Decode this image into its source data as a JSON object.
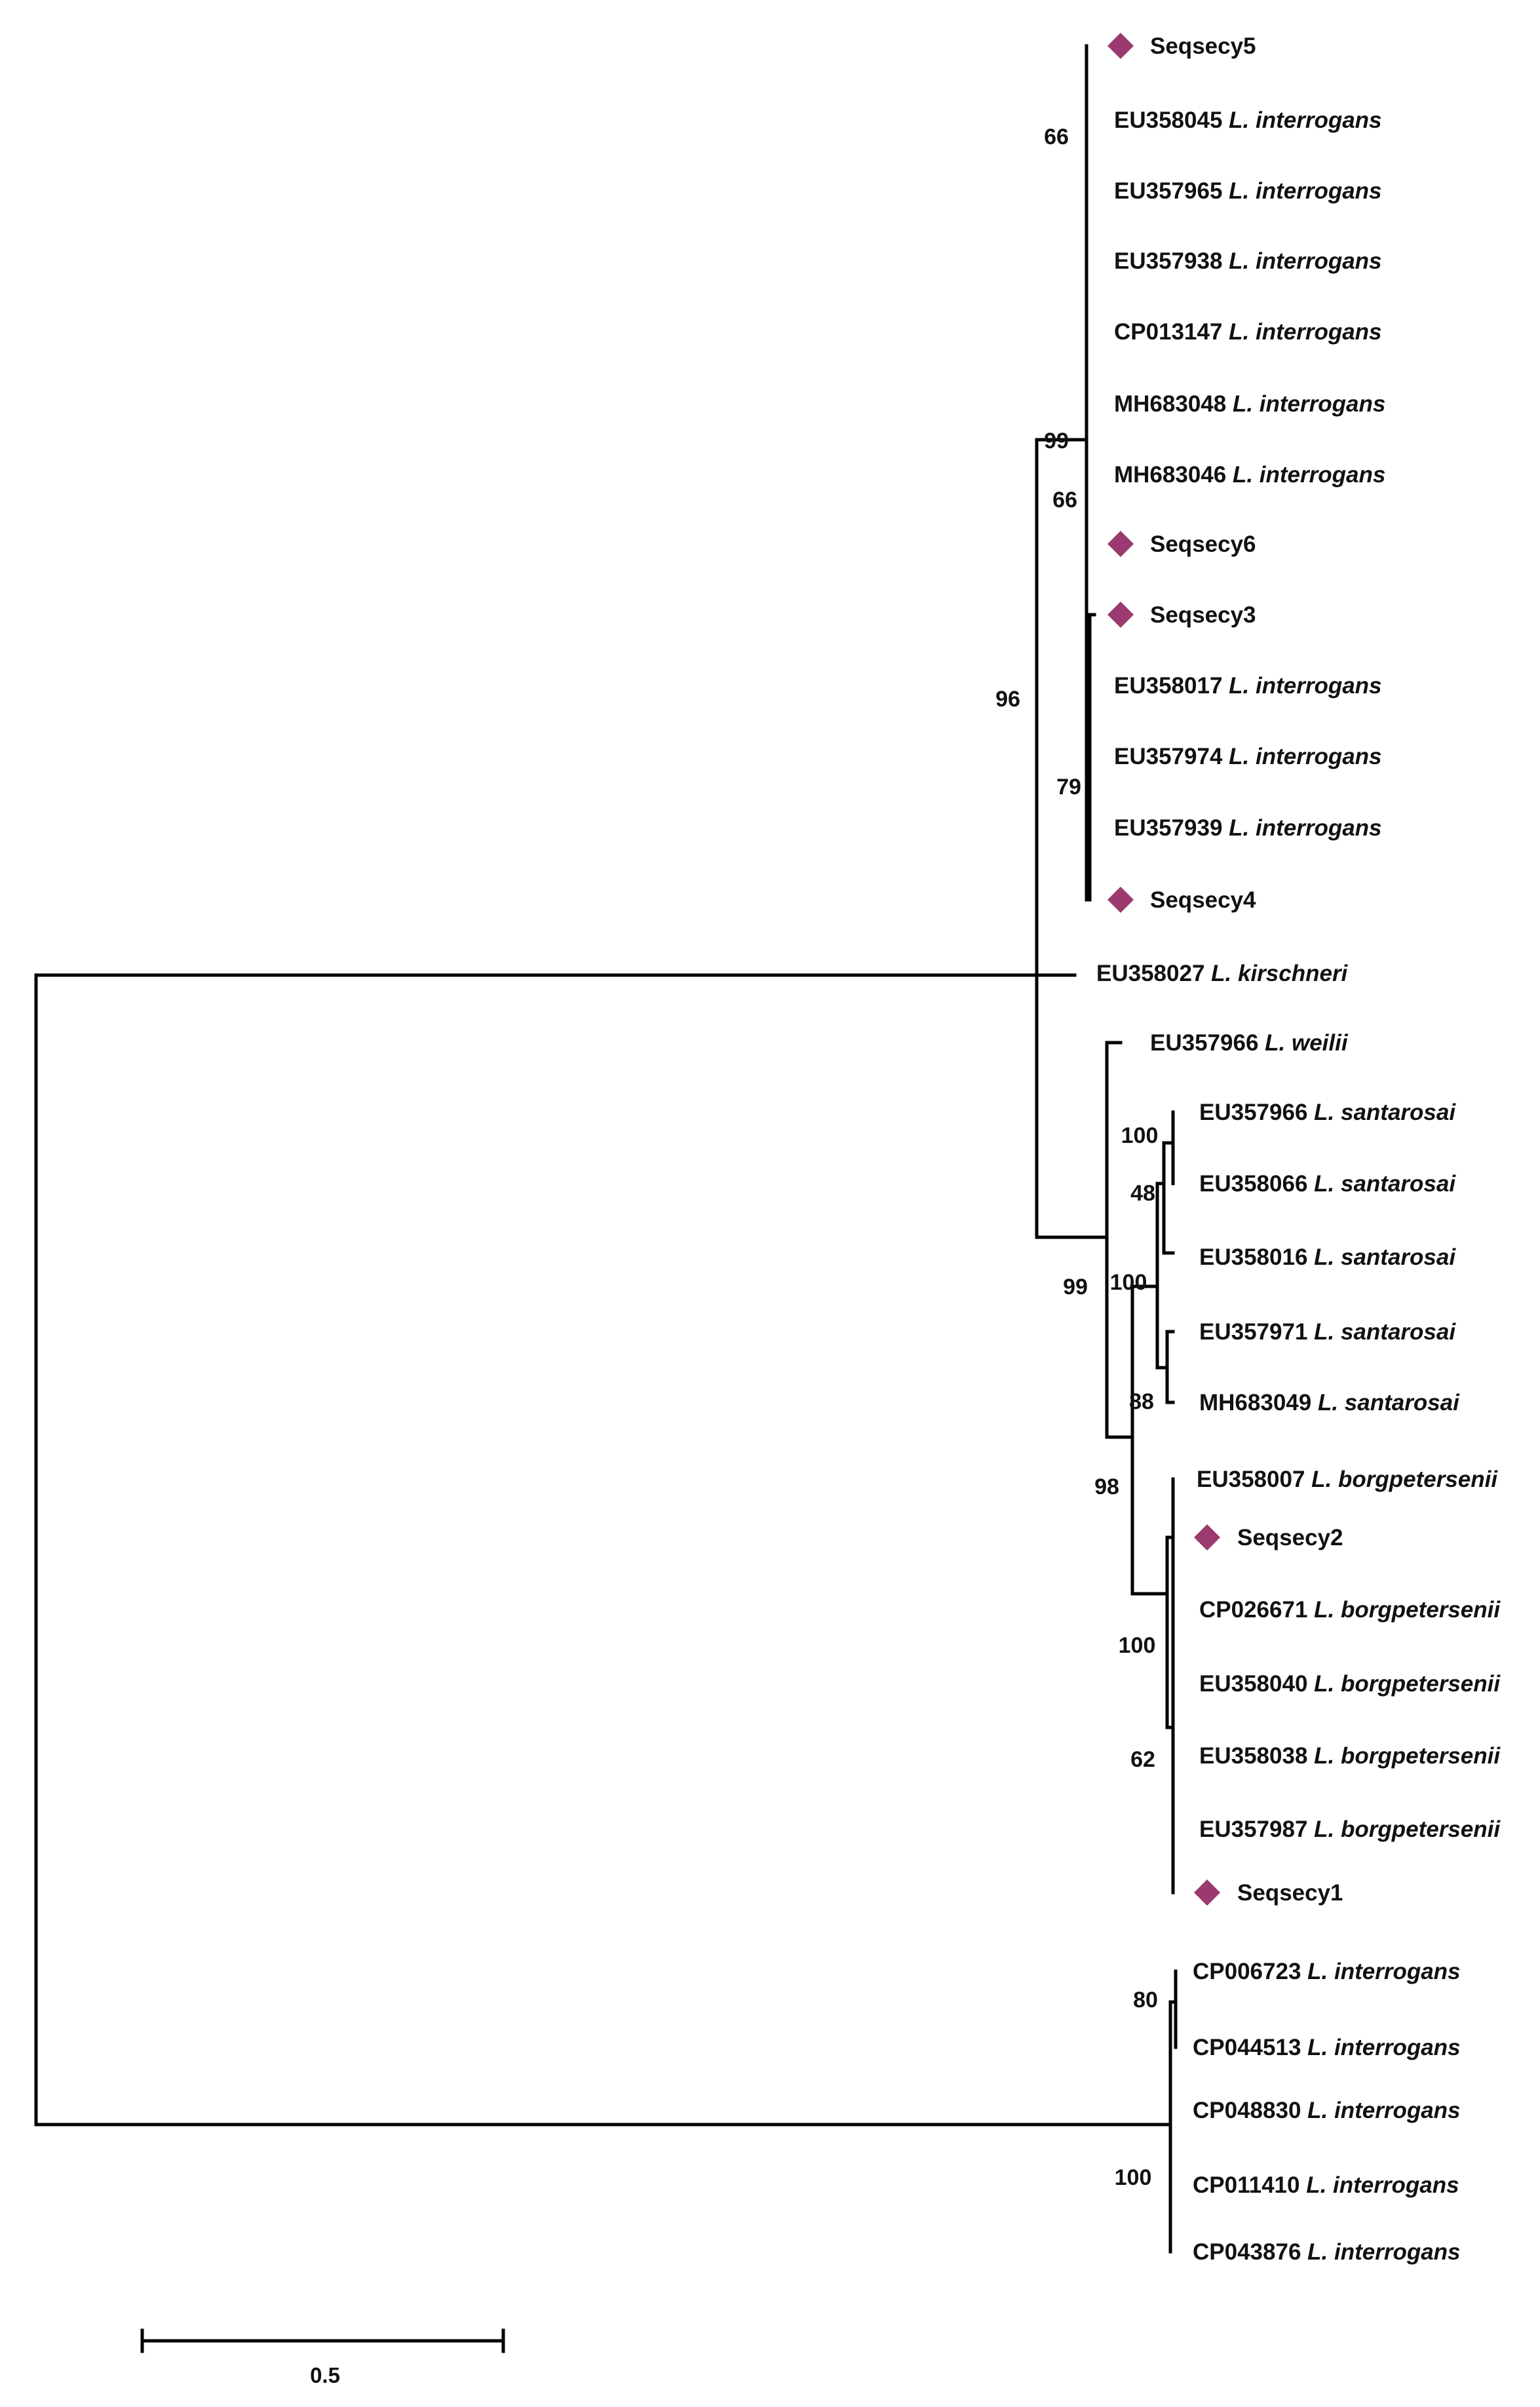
{
  "tree": {
    "marker_color": "#9b3a6e",
    "line_color": "#000000",
    "scale_bar_label": "0.5",
    "leaves": [
      {
        "acc": "Seqsecy5",
        "species": "",
        "marked": true
      },
      {
        "acc": "EU358045",
        "species": "L. interrogans",
        "marked": false
      },
      {
        "acc": "EU357965",
        "species": "L. interrogans",
        "marked": false
      },
      {
        "acc": "EU357938",
        "species": "L. interrogans",
        "marked": false
      },
      {
        "acc": "CP013147",
        "species": "L. interrogans",
        "marked": false
      },
      {
        "acc": "MH683048",
        "species": "L. interrogans",
        "marked": false
      },
      {
        "acc": "MH683046",
        "species": "L. interrogans",
        "marked": false
      },
      {
        "acc": "Seqsecy6",
        "species": "",
        "marked": true
      },
      {
        "acc": "Seqsecy3",
        "species": "",
        "marked": true
      },
      {
        "acc": "EU358017",
        "species": "L. interrogans",
        "marked": false
      },
      {
        "acc": "EU357974",
        "species": "L. interrogans",
        "marked": false
      },
      {
        "acc": "EU357939",
        "species": "L. interrogans",
        "marked": false
      },
      {
        "acc": "Seqsecy4",
        "species": "",
        "marked": true
      },
      {
        "acc": "EU358027",
        "species": "L. kirschneri",
        "marked": false
      },
      {
        "acc": "EU357966",
        "species": "L. weilii",
        "marked": false
      },
      {
        "acc": "EU357966",
        "species": "L. santarosai",
        "marked": false
      },
      {
        "acc": "EU358066",
        "species": "L. santarosai",
        "marked": false
      },
      {
        "acc": "EU358016",
        "species": "L. santarosai",
        "marked": false
      },
      {
        "acc": "EU357971",
        "species": "L. santarosai",
        "marked": false
      },
      {
        "acc": "MH683049",
        "species": "L. santarosai",
        "marked": false
      },
      {
        "acc": "EU358007",
        "species": "L. borgpetersenii",
        "marked": false
      },
      {
        "acc": "Seqsecy2",
        "species": "",
        "marked": true
      },
      {
        "acc": "CP026671",
        "species": "L. borgpetersenii",
        "marked": false
      },
      {
        "acc": "EU358040",
        "species": "L. borgpetersenii",
        "marked": false
      },
      {
        "acc": "EU358038",
        "species": "L. borgpetersenii",
        "marked": false
      },
      {
        "acc": "EU357987",
        "species": "L. borgpetersenii",
        "marked": false
      },
      {
        "acc": "Seqsecy1",
        "species": "",
        "marked": true
      },
      {
        "acc": "CP006723",
        "species": "L. interrogans",
        "marked": false
      },
      {
        "acc": "CP044513",
        "species": "L. interrogans",
        "marked": false
      },
      {
        "acc": "CP048830",
        "species": "L. interrogans",
        "marked": false
      },
      {
        "acc": "CP011410",
        "species": "L. interrogans",
        "marked": false
      },
      {
        "acc": "CP043876",
        "species": "L. interrogans",
        "marked": false
      }
    ],
    "bootstrap_values": [
      "66",
      "99",
      "66",
      "96",
      "79",
      "100",
      "48",
      "100",
      "99",
      "88",
      "98",
      "100",
      "62",
      "80",
      "100"
    ]
  }
}
